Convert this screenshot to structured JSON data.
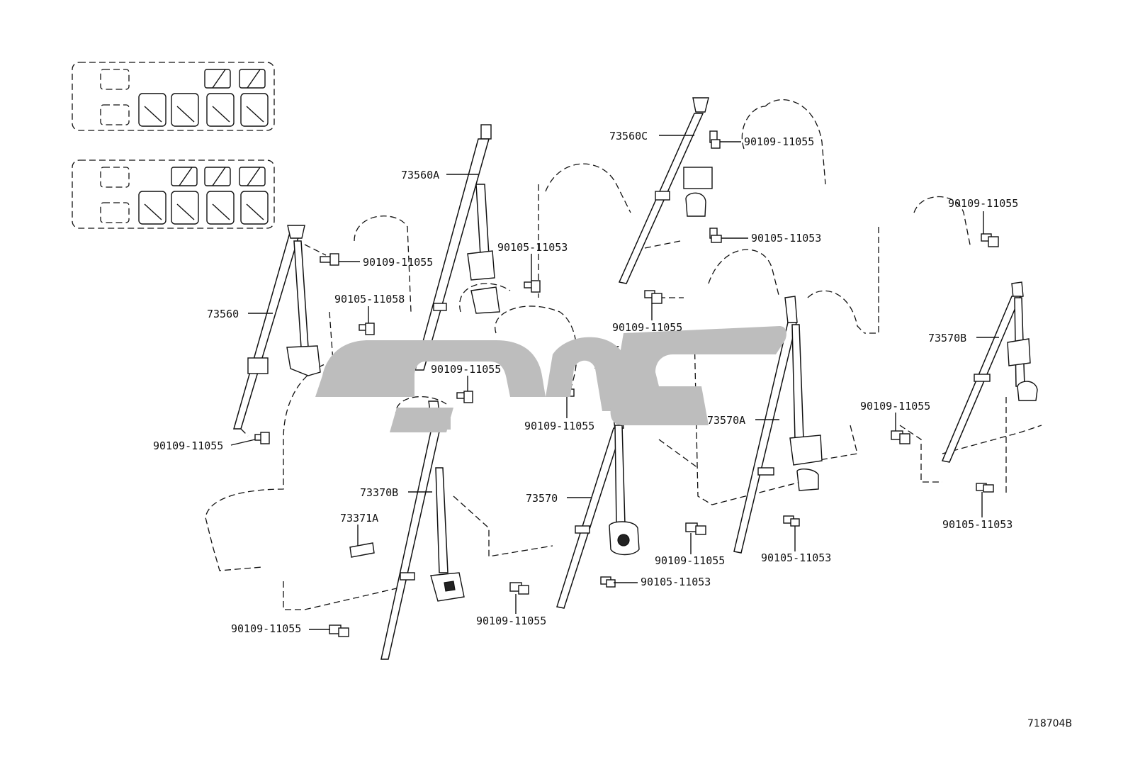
{
  "diagram": {
    "ref_code": "718704B",
    "labels": [
      {
        "id": "73560",
        "text": "73560"
      },
      {
        "id": "73560A",
        "text": "73560A"
      },
      {
        "id": "73560C",
        "text": "73560C"
      },
      {
        "id": "73370B",
        "text": "73370B"
      },
      {
        "id": "73371A",
        "text": "73371A"
      },
      {
        "id": "73570",
        "text": "73570"
      },
      {
        "id": "73570A",
        "text": "73570A"
      },
      {
        "id": "73570B",
        "text": "73570B"
      },
      {
        "id": "b1",
        "text": "90109-11055"
      },
      {
        "id": "b2",
        "text": "90105-11058"
      },
      {
        "id": "b3",
        "text": "90109-11055"
      },
      {
        "id": "b4",
        "text": "90105-11053"
      },
      {
        "id": "b5",
        "text": "90109-11055"
      },
      {
        "id": "b6",
        "text": "90109-11055"
      },
      {
        "id": "b7",
        "text": "90109-11055"
      },
      {
        "id": "b8",
        "text": "90105-11053"
      },
      {
        "id": "b9",
        "text": "90109-11055"
      },
      {
        "id": "b10",
        "text": "90109-11055"
      },
      {
        "id": "b11",
        "text": "90109-11055"
      },
      {
        "id": "b12",
        "text": "90105-11053"
      },
      {
        "id": "b13",
        "text": "90109-11055"
      },
      {
        "id": "b14",
        "text": "90105-11053"
      },
      {
        "id": "b15",
        "text": "90109-11055"
      },
      {
        "id": "b16",
        "text": "90105-11053"
      },
      {
        "id": "b17",
        "text": "90109-11055"
      }
    ]
  }
}
